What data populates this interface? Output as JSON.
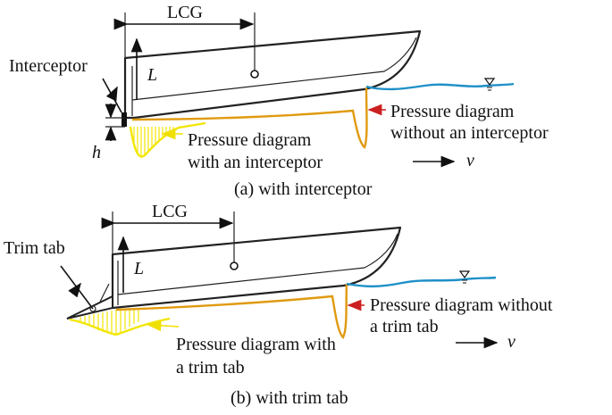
{
  "panel_a": {
    "lcg_label": "LCG",
    "l_label": "L",
    "device_label": "Interceptor",
    "h_label": "h",
    "with_label_line1": "Pressure diagram",
    "with_label_line2": "with an interceptor",
    "without_label_line1": "Pressure diagram",
    "without_label_line2": "without an interceptor",
    "v_label": "v",
    "caption": "(a) with interceptor"
  },
  "panel_b": {
    "lcg_label": "LCG",
    "l_label": "L",
    "device_label": "Trim tab",
    "with_label_line1": "Pressure diagram with",
    "with_label_line2": "a trim tab",
    "without_label_line1": "Pressure diagram without",
    "without_label_line2": "a trim tab",
    "v_label": "v",
    "caption": "(b) with trim tab"
  },
  "colors": {
    "hull": "#222222",
    "pressure_with": "#f2e600",
    "pressure_without": "#e09a10",
    "label_arrow_yellow": "#f0e000",
    "label_arrow_red": "#cc1f1f",
    "water": "#1e90c8"
  }
}
